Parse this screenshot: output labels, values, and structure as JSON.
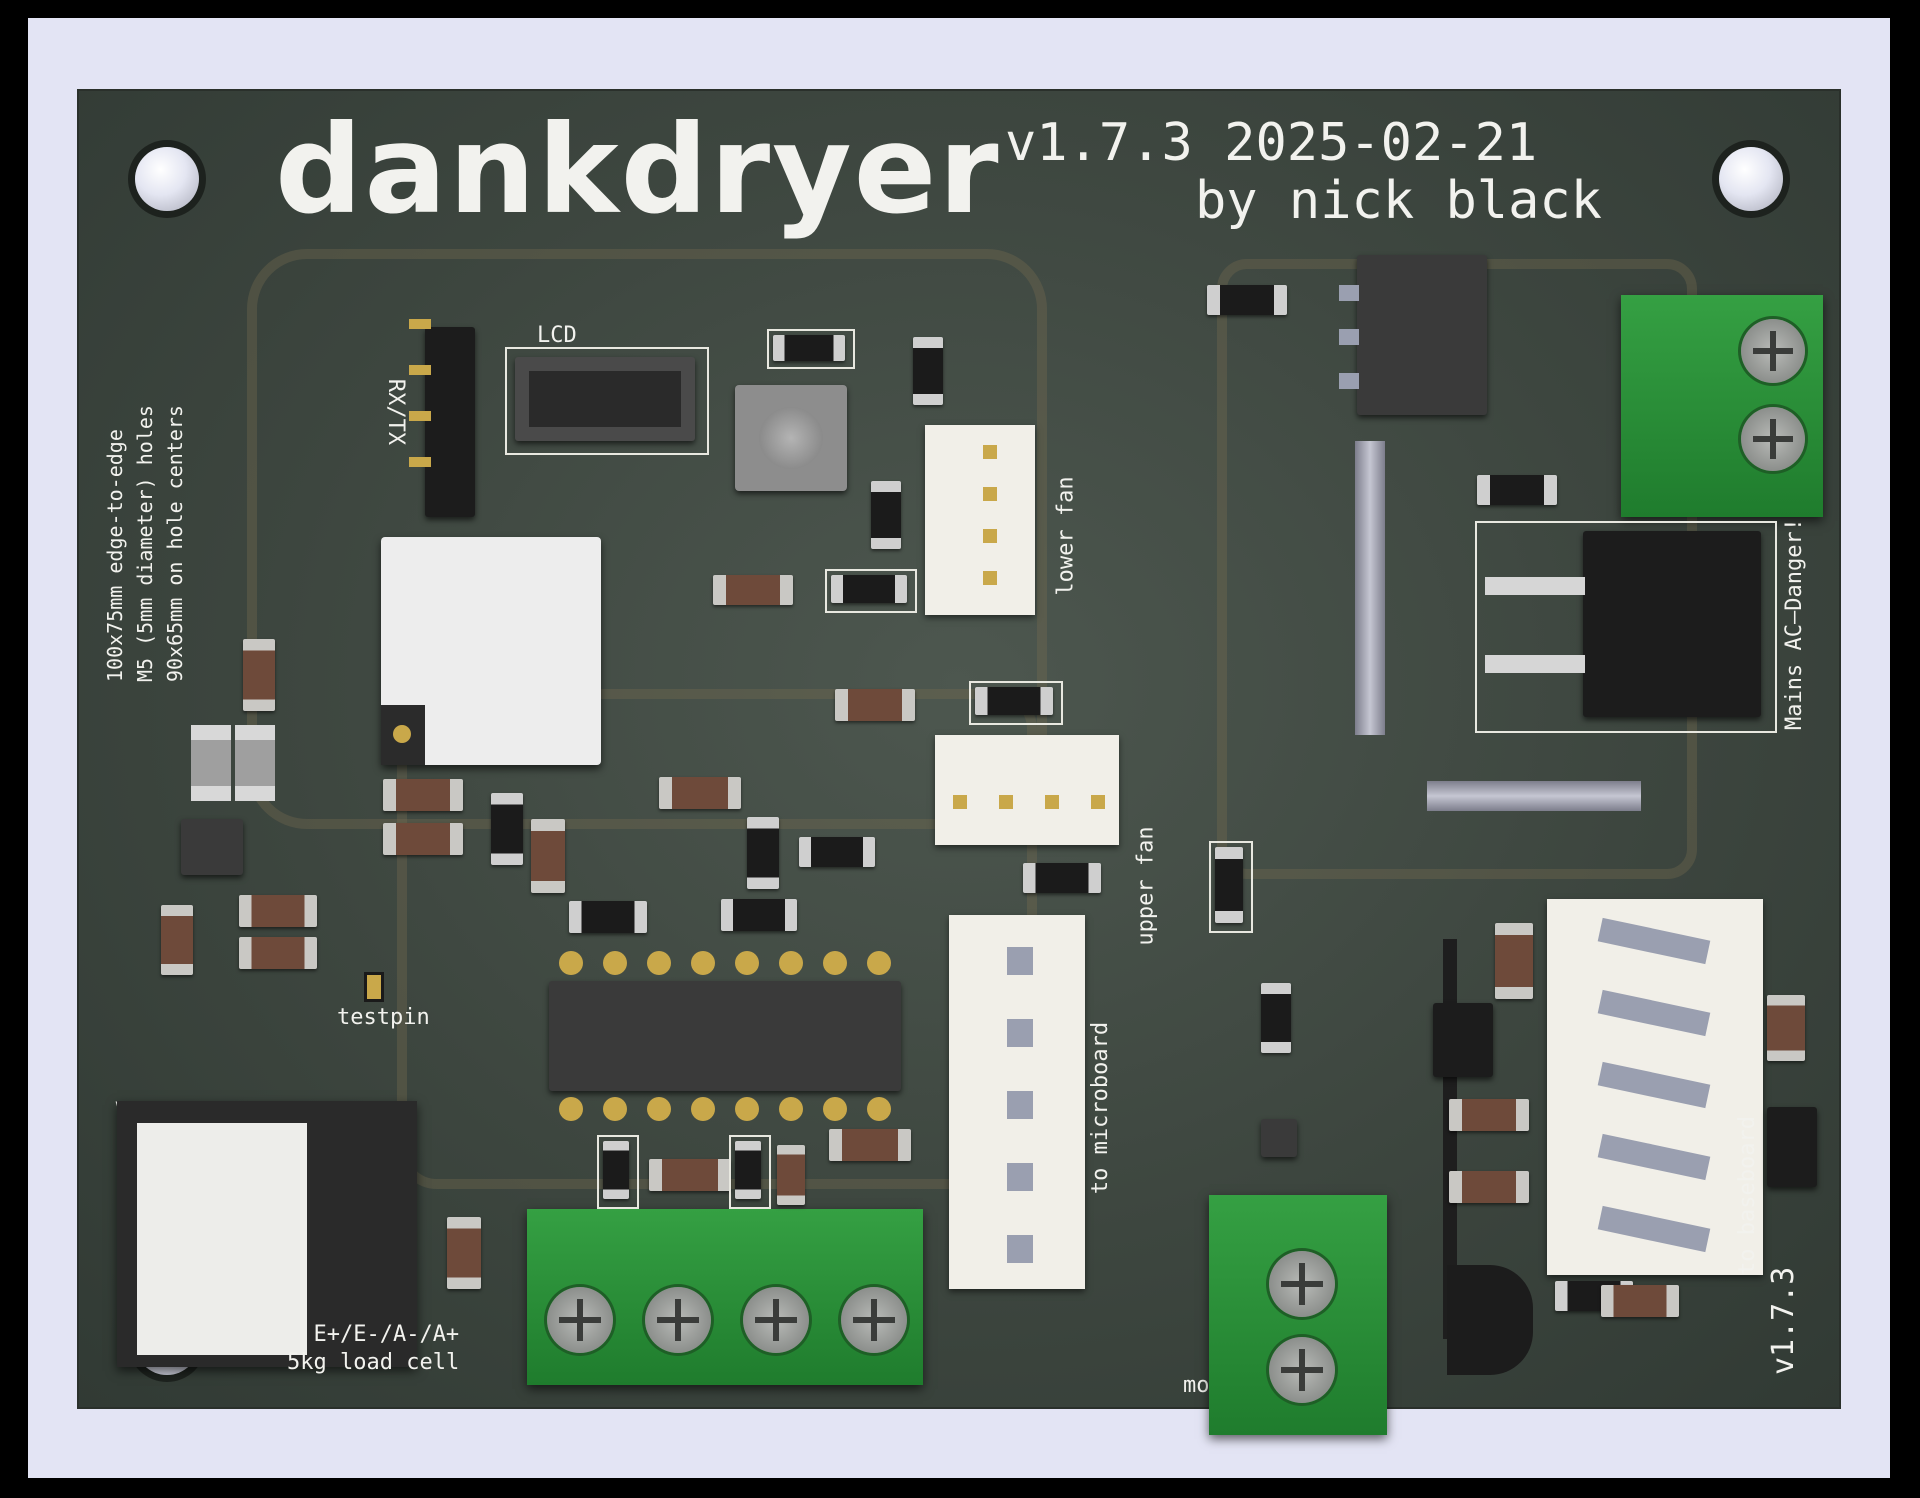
{
  "board": {
    "title": "dankdryer",
    "version_date": "v1.7.3 2025-02-21",
    "author": "by nick black",
    "dimensions_note": "100x75mm edge-to-edge\nM5 (5mm diameter) holes\n90x65mm on hole centers",
    "labels": {
      "lcd": "LCD",
      "rxtx": "RX/TX",
      "lower_fan": "lower fan",
      "upper_fan": "upper fan",
      "to_microboard": "to microboard",
      "mains": "Mains AC—Danger!",
      "testpin": "testpin",
      "load_cell": "E+/E-/A-/A+\n5kg load cell",
      "mo": "mo",
      "to_baseboard": "to baseboard",
      "version_corner": "v1.7.3",
      "v_partial": "V"
    }
  },
  "colors": {
    "frame": "#e3e4f4",
    "pcb": "#3f4841",
    "silkscreen": "#f2f2ee",
    "terminal": "#2b8f39"
  }
}
